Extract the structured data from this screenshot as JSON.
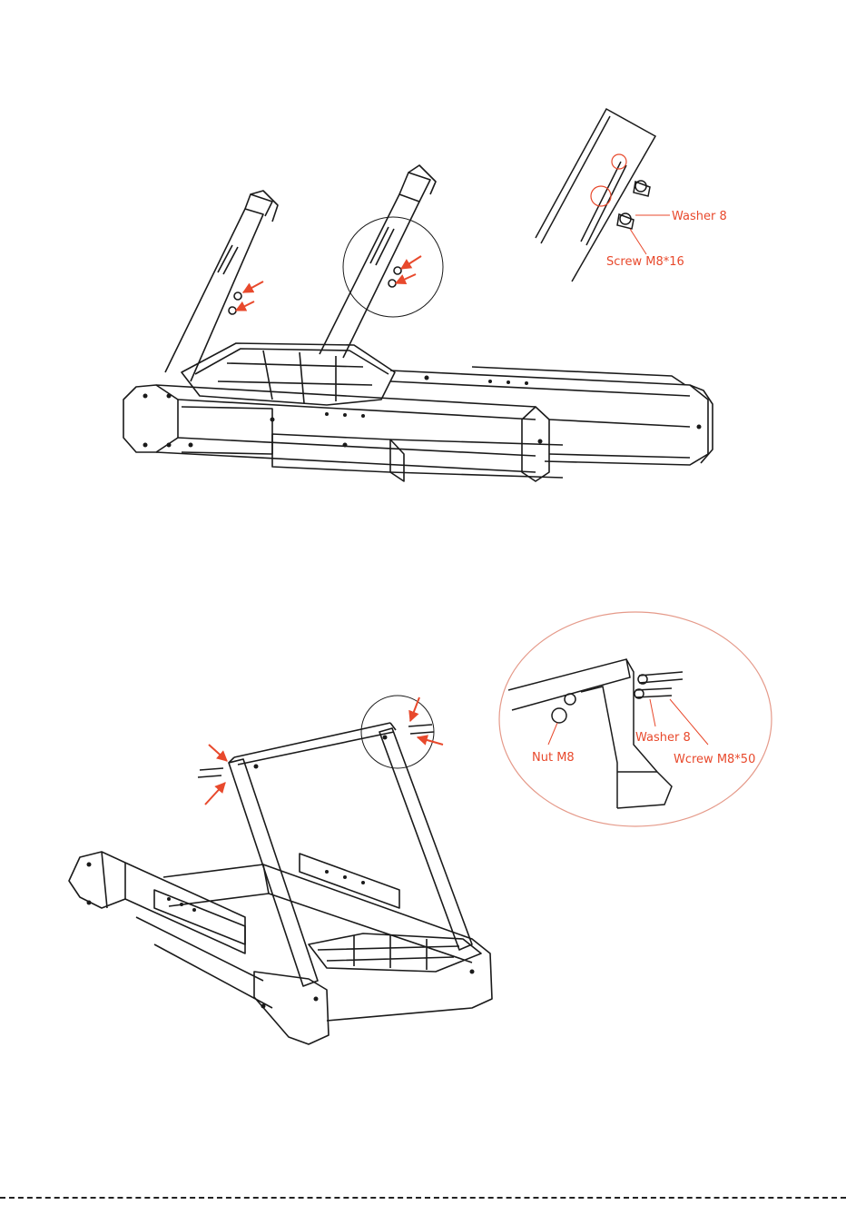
{
  "colors": {
    "line": "#1a1a1a",
    "accent": "#e8492c",
    "callout_circle": "#e59a8a"
  },
  "step1": {
    "callout": {
      "washer_label": "Washer 8",
      "screw_label": "Screw M8*16"
    }
  },
  "step2": {
    "callout": {
      "nut_label": "Nut M8",
      "washer_label": "Washer 8",
      "screw_label": "Wcrew M8*50"
    }
  }
}
